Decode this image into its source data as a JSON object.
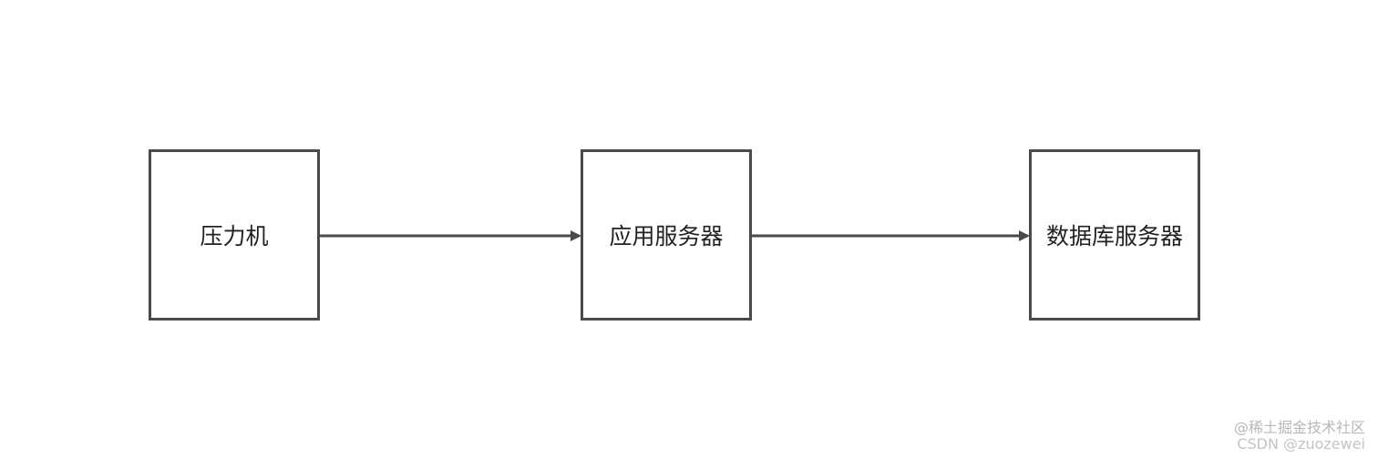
{
  "diagram": {
    "nodes": [
      {
        "id": "node-a",
        "label": "压力机"
      },
      {
        "id": "node-b",
        "label": "应用服务器"
      },
      {
        "id": "node-c",
        "label": "数据库服务器"
      }
    ],
    "edges": [
      {
        "from": "node-a",
        "to": "node-b"
      },
      {
        "from": "node-b",
        "to": "node-c"
      }
    ],
    "colors": {
      "stroke": "#4a4a4a",
      "text": "#222222",
      "background": "#ffffff"
    }
  },
  "watermark": {
    "line1": "@稀土掘金技术社区",
    "line2": "CSDN @zuozewei"
  }
}
